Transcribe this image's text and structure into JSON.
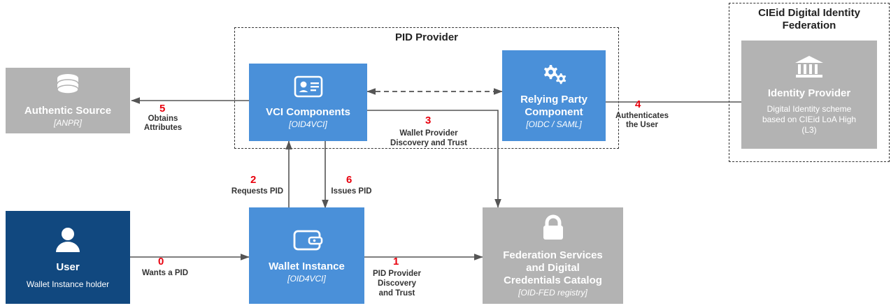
{
  "groups": [
    {
      "name": "pid-provider",
      "title": "PID Provider"
    },
    {
      "name": "cieid-federation",
      "title": "CIEid Digital Identity\nFederation",
      "line1": "CIEid Digital Identity",
      "line2": "Federation"
    }
  ],
  "nodes": {
    "authentic_source": {
      "title": "Authentic Source",
      "sub": "[ANPR]",
      "icon": "database-icon",
      "color": "#b3b3b3"
    },
    "vci_components": {
      "title": "VCI Components",
      "sub": "[OID4VCI]",
      "icon": "id-card-icon",
      "color": "#4a90d9"
    },
    "relying_party": {
      "title_line1": "Relying Party",
      "title_line2": "Component",
      "sub": "[OIDC / SAML]",
      "icon": "gears-icon",
      "color": "#4a90d9"
    },
    "identity_provider": {
      "title": "Identity Provider",
      "sub_line1": "Digital Identity scheme",
      "sub_line2": "based on CIEid LoA High",
      "sub_line3": "(L3)",
      "icon": "bank-icon",
      "color": "#b3b3b3"
    },
    "user": {
      "title": "User",
      "sub": "Wallet Instance holder",
      "icon": "user-icon",
      "color": "#11487f"
    },
    "wallet_instance": {
      "title": "Wallet Instance",
      "sub": "[OID4VCI]",
      "icon": "wallet-icon",
      "color": "#4a90d9"
    },
    "federation_services": {
      "title_line1": "Federation Services",
      "title_line2": "and Digital",
      "title_line3": "Credentials Catalog",
      "sub": "[OID-FED registry]",
      "icon": "lock-icon",
      "color": "#b3b3b3"
    }
  },
  "flows": [
    {
      "num": "0",
      "label_line1": "Wants a PID",
      "label_line2": ""
    },
    {
      "num": "1",
      "label_line1": "PID Provider",
      "label_line2": "Discovery",
      "label_line3": "and Trust"
    },
    {
      "num": "2",
      "label_line1": "Requests PID"
    },
    {
      "num": "3",
      "label_line1": "Wallet Provider",
      "label_line2": "Discovery and Trust"
    },
    {
      "num": "4",
      "label_line1": "Authenticates",
      "label_line2": "the User"
    },
    {
      "num": "5",
      "label_line1": "Obtains",
      "label_line2": "Attributes"
    },
    {
      "num": "6",
      "label_line1": "Issues PID"
    }
  ],
  "colors": {
    "accent_red": "#e8000d",
    "blue": "#4a90d9",
    "navy": "#11487f",
    "grey": "#b3b3b3"
  }
}
